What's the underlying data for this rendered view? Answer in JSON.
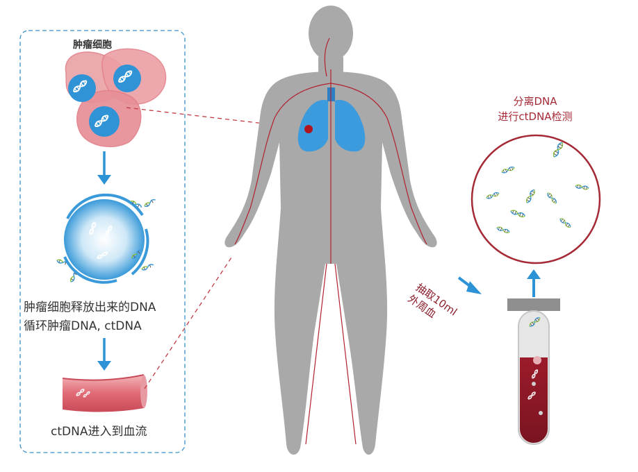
{
  "labels": {
    "tumor_cells": "肿瘤细胞",
    "release_line1": "肿瘤细胞释放出来的DNA",
    "release_line2": "循环肿瘤DNA, ctDNA",
    "enter_blood": "ctDNA进入到血流",
    "separate_line1": "分离DNA",
    "separate_line2": "进行ctDNA检测",
    "draw_line1": "抽取10ml",
    "draw_line2": "外周血"
  },
  "colors": {
    "accent_blue": "#3a9ad9",
    "blood_red": "#9b1b2a",
    "tumor_pink": "#e9a1a6",
    "body_gray": "#a7a7a7",
    "vessel_red": "#b2202f",
    "lung_blue": "#3b9bdc"
  }
}
